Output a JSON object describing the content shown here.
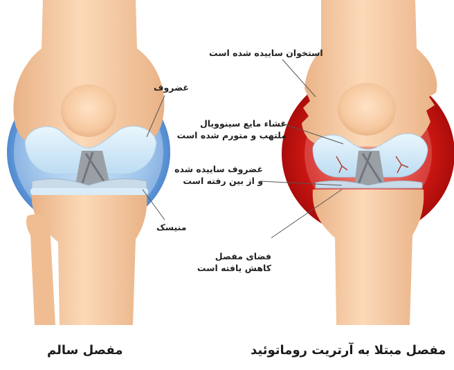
{
  "labels": {
    "cartilage": "غضروف",
    "meniscus": "منیسک",
    "eroded_bone": "استخوان ساییده شده است",
    "synovial_membrane": {
      "line1": "غشاء مایع سینوویال",
      "line2": "ملتهب و متورم شده است"
    },
    "worn_cartilage": {
      "line1": "غضروف ساییده شده",
      "line2": "و از بین رفته است"
    },
    "joint_space": {
      "line1": "فضای مفصل",
      "line2": "کاهش یافته است"
    }
  },
  "captions": {
    "healthy": "مفصل سالم",
    "rheumatoid": "مفصل مبتلا به آرتریت روماتوئید"
  },
  "colors": {
    "bone": "#f6c9a0",
    "cartilage": "#d6ecf8",
    "healthy_capsule": "#3a7fd0",
    "inflamed_capsule": "#c01010",
    "ligament": "#8e9296",
    "leader_line": "#555555"
  }
}
